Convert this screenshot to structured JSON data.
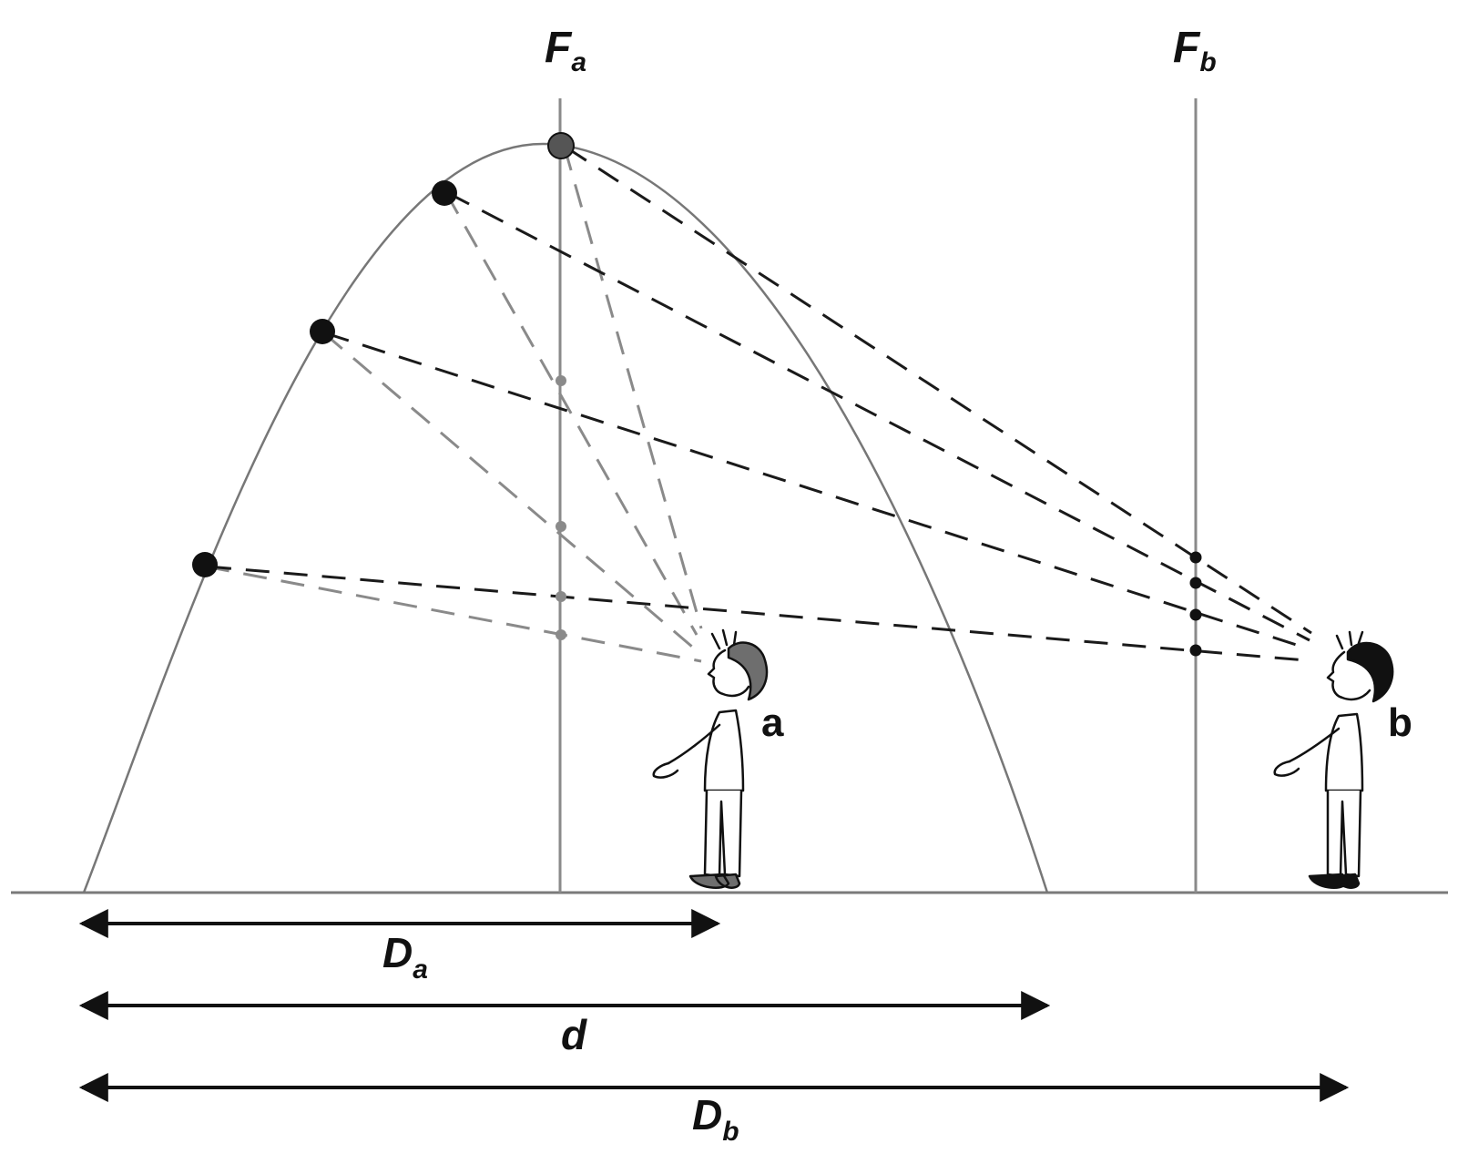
{
  "diagram": {
    "plane_a": {
      "main": "F",
      "sub": "a"
    },
    "plane_b": {
      "main": "F",
      "sub": "b"
    },
    "observer_a": "a",
    "observer_b": "b",
    "dist_Da": {
      "main": "D",
      "sub": "a"
    },
    "dist_d": "d",
    "dist_Db": {
      "main": "D",
      "sub": "b"
    },
    "colors": {
      "ink": "#111111",
      "trajectory": "#777777",
      "sightline_a": "#8a8a8a",
      "sightline_b": "#1a1a1a",
      "plane": "#8a8a8a"
    }
  }
}
